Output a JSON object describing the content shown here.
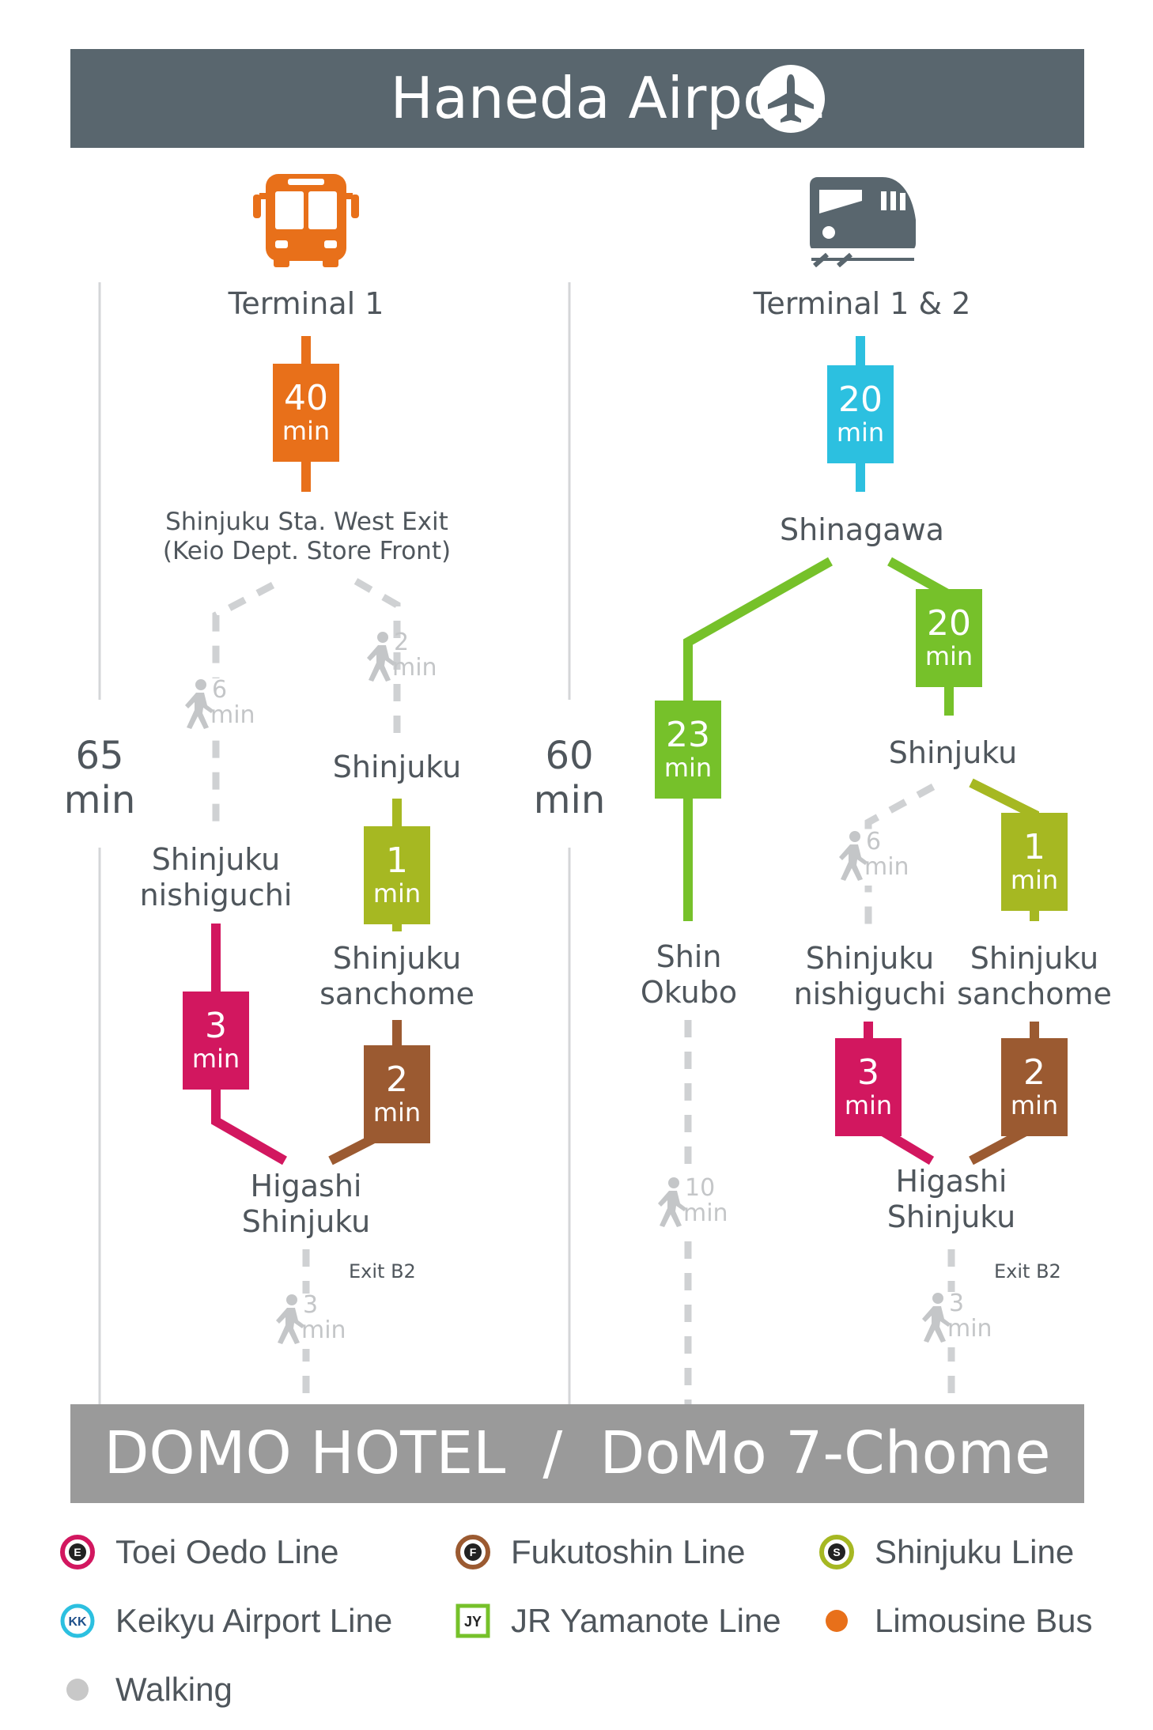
{
  "header": {
    "title": "Haneda Airport",
    "icon": "airplane-icon",
    "bg_color": "#59666e"
  },
  "footer": {
    "title": "DOMO HOTEL  /  DoMo 7-Chome",
    "bg_color": "#9a9a9a"
  },
  "routes": {
    "bus": {
      "icon": "bus-icon",
      "origin": "Terminal 1",
      "total_value": "65",
      "total_unit": "min",
      "stations": {
        "west_exit_line1": "Shinjuku Sta. West Exit",
        "west_exit_line2": "(Keio Dept. Store Front)",
        "nishiguchi_line1": "Shinjuku",
        "nishiguchi_line2": "nishiguchi",
        "shinjuku": "Shinjuku",
        "sanchome_line1": "Shinjuku",
        "sanchome_line2": "sanchome",
        "higashi_line1": "Higashi",
        "higashi_line2": "Shinjuku"
      },
      "exit": "Exit B2",
      "segments": {
        "limousine": {
          "value": "40",
          "unit": "min",
          "color": "#e8701a"
        },
        "shinjuku_line": {
          "value": "1",
          "unit": "min",
          "color": "#a6b822"
        },
        "oedo": {
          "value": "3",
          "unit": "min",
          "color": "#d2175f"
        },
        "fukutoshin": {
          "value": "2",
          "unit": "min",
          "color": "#9b5a31"
        }
      },
      "walks": {
        "to_nishiguchi": {
          "value": "6",
          "unit": "min"
        },
        "to_shinjuku": {
          "value": "2",
          "unit": "min"
        },
        "to_hotel": {
          "value": "3",
          "unit": "min"
        }
      }
    },
    "train": {
      "icon": "train-icon",
      "origin": "Terminal 1 & 2",
      "total_value": "60",
      "total_unit": "min",
      "stations": {
        "shinagawa": "Shinagawa",
        "shinjuku": "Shinjuku",
        "shinokubo_line1": "Shin",
        "shinokubo_line2": "Okubo",
        "nishiguchi_line1": "Shinjuku",
        "nishiguchi_line2": "nishiguchi",
        "sanchome_line1": "Shinjuku",
        "sanchome_line2": "sanchome",
        "higashi_line1": "Higashi",
        "higashi_line2": "Shinjuku"
      },
      "exit": "Exit B2",
      "segments": {
        "keikyu": {
          "value": "20",
          "unit": "min",
          "color": "#2cc0e0"
        },
        "yamanote_okubo": {
          "value": "23",
          "unit": "min",
          "color": "#76c12a"
        },
        "yamanote_shinjuku": {
          "value": "20",
          "unit": "min",
          "color": "#76c12a"
        },
        "shinjuku_line": {
          "value": "1",
          "unit": "min",
          "color": "#a6b822"
        },
        "oedo": {
          "value": "3",
          "unit": "min",
          "color": "#d2175f"
        },
        "fukutoshin": {
          "value": "2",
          "unit": "min",
          "color": "#9b5a31"
        }
      },
      "walks": {
        "to_nishiguchi": {
          "value": "6",
          "unit": "min"
        },
        "from_okubo": {
          "value": "10",
          "unit": "min"
        },
        "to_hotel": {
          "value": "3",
          "unit": "min"
        }
      }
    }
  },
  "legend": [
    {
      "label": "Toei Oedo Line",
      "symbol": "E",
      "color": "#d2175f",
      "icon": "toei-oedo-icon"
    },
    {
      "label": "Fukutoshin Line",
      "symbol": "F",
      "color": "#9b5a31",
      "icon": "fukutoshin-icon"
    },
    {
      "label": "Shinjuku Line",
      "symbol": "S",
      "color": "#a6b822",
      "icon": "shinjuku-line-icon"
    },
    {
      "label": "Keikyu Airport Line",
      "symbol": "KK",
      "color": "#2cc0e0",
      "icon": "keikyu-icon"
    },
    {
      "label": "JR Yamanote Line",
      "symbol": "JY",
      "color": "#76c12a",
      "icon": "jr-yamanote-icon"
    },
    {
      "label": "Limousine Bus",
      "symbol": "",
      "color": "#e8701a",
      "icon": "limousine-dot-icon"
    },
    {
      "label": "Walking",
      "symbol": "",
      "color": "#c8c8c8",
      "icon": "walking-dot-icon"
    }
  ],
  "colors": {
    "walk_path": "#cfd1d3",
    "divider": "#d4d6d8",
    "text": "#4f565c"
  }
}
